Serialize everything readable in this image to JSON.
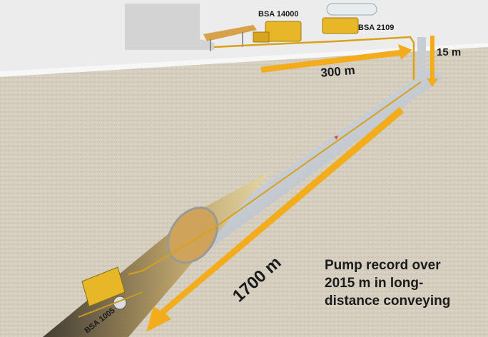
{
  "equipment": {
    "pump_surface_1": "BSA 14000",
    "pump_surface_2": "BSA 2109",
    "pump_tunnel": "BSA 1005"
  },
  "distances": {
    "horizontal_surface": "300 m",
    "vertical_shaft": "15 m",
    "tunnel": "1700 m"
  },
  "caption": {
    "line1": "Pump record over",
    "line2": "2015 m in long-",
    "line3": "distance conveying"
  },
  "colors": {
    "arrow": "#f2ac1c",
    "ground": "#d8d1c3",
    "surface": "#e9e9e9",
    "pipe": "#d9a11a"
  }
}
